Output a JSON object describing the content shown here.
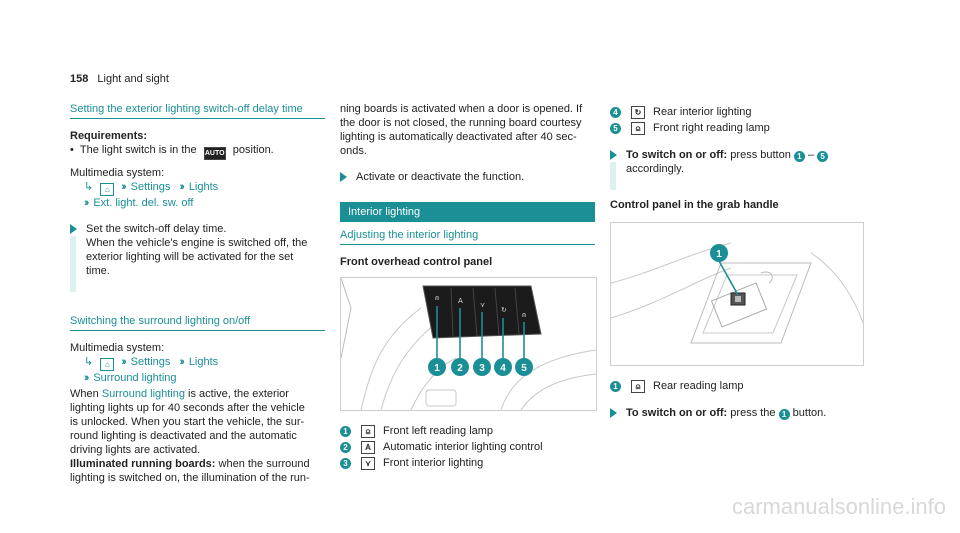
{
  "header": {
    "page_number": "158",
    "title": "Light and sight"
  },
  "left": {
    "s1": {
      "heading": "Setting the exterior lighting switch-off delay time",
      "req_label": "Requirements:",
      "req_bullet": "The light switch is in the",
      "req_icon": "AUTO",
      "req_after": "position.",
      "ms_label": "Multimedia system:",
      "path1_settings": "Settings",
      "path1_lights": "Lights",
      "path2": "Ext. light. del. sw. off",
      "step_line1": "Set the switch-off delay time.",
      "step_line2": "When the vehicle's engine is switched off, the",
      "step_line3": "exterior lighting will be activated for the set",
      "step_line4": "time."
    },
    "s2": {
      "heading": "Switching the surround lighting on/off",
      "ms_label": "Multimedia system:",
      "path1_settings": "Settings",
      "path1_lights": "Lights",
      "path2": "Surround lighting",
      "p1_when": "When",
      "p1_link": "Surround lighting",
      "p1_after": "is active, the exterior",
      "p1_l2": "lighting lights up for 40 seconds after the vehicle",
      "p1_l3": "is unlocked. When you start the vehicle, the sur-",
      "p1_l4": "round lighting is deactivated and the automatic",
      "p1_l5": "driving lights are activated.",
      "p2_bold": "Illuminated running boards:",
      "p2_after": "when the surround",
      "p2_l2": "lighting is switched on, the illumination of the run-"
    }
  },
  "middle": {
    "cont_l1": "ning boards is activated when a door is opened. If",
    "cont_l2": "the door is not closed, the running board courtesy",
    "cont_l3": "lighting is automatically deactivated after 40 sec-",
    "cont_l4": "onds.",
    "step": "Activate or deactivate the function.",
    "section": "Interior lighting",
    "subheading": "Adjusting the interior lighting",
    "fig_title": "Front overhead control panel",
    "legend": [
      {
        "n": "1",
        "icon": "⍝",
        "text": "Front left reading lamp"
      },
      {
        "n": "2",
        "icon": "A",
        "text": "Automatic interior lighting control"
      },
      {
        "n": "3",
        "icon": "⋎",
        "text": "Front interior lighting"
      }
    ]
  },
  "right": {
    "legend": [
      {
        "n": "4",
        "icon": "↻",
        "text": "Rear interior lighting"
      },
      {
        "n": "5",
        "icon": "⍝",
        "text": "Front right reading lamp"
      }
    ],
    "step_bold": "To switch on or off:",
    "step_after": "press button",
    "step_dash": "–",
    "step_l2": "accordingly.",
    "fig_title": "Control panel in the grab handle",
    "legend2": {
      "n": "1",
      "icon": "⍝",
      "text": "Rear reading lamp"
    },
    "step2_bold": "To switch on or off:",
    "step2_after": "press the",
    "step2_end": "button."
  },
  "footer": {
    "watermark": "carmanualsonline.info"
  },
  "colors": {
    "accent": "#1a8f96"
  }
}
